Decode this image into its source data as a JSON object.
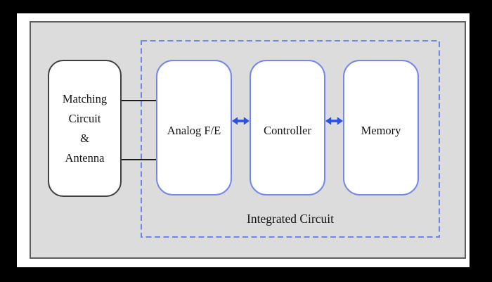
{
  "blocks": {
    "matching": {
      "lines": {
        "l1": "Matching",
        "l2": "Circuit",
        "l3": "&",
        "l4": "Antenna"
      }
    },
    "analog_fe": {
      "label": "Analog F/E"
    },
    "controller": {
      "label": "Controller"
    },
    "memory": {
      "label": "Memory"
    }
  },
  "ic_region": {
    "label": "Integrated Circuit"
  },
  "icons": {
    "bidirectional_arrow": "↔"
  },
  "colors": {
    "surround_black": "#000000",
    "page_white": "#ffffff",
    "panel_gray": "#dcdcdc",
    "panel_border_gray": "#5e5e5e",
    "matching_border_dark": "#404040",
    "blue_box_border": "#7388ea",
    "dashed_region_blue": "#6d86e8",
    "arrow_blue": "#2b50e2",
    "wire_black": "#1c1c1c",
    "text_dark": "#141414"
  }
}
